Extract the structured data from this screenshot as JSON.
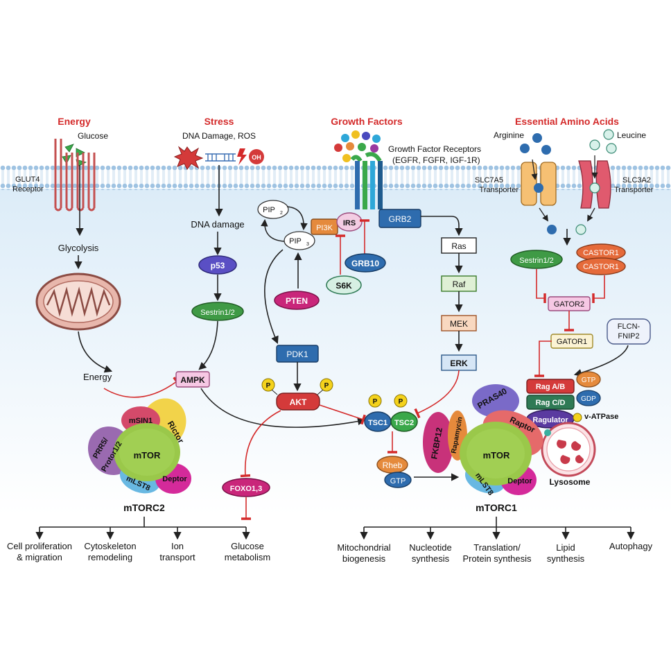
{
  "headers": {
    "energy": "Energy",
    "stress": "Stress",
    "growth": "Growth Factors",
    "amino": "Essential Amino Acids"
  },
  "membrane": {
    "glucose": "Glucose",
    "glut4_1": "GLUT4",
    "glut4_2": "Receptor",
    "dna_damage_ros": "DNA Damage, ROS",
    "oh": "OH",
    "gfr_1": "Growth Factor Receptors",
    "gfr_2": "(EGFR, FGFR, IGF-1R)",
    "arginine": "Arginine",
    "leucine": "Leucine",
    "slc7a5_1": "SLC7A5",
    "slc7a5_2": "Transporter",
    "slc3a2_1": "SLC3A2",
    "slc3a2_2": "Transporter"
  },
  "energy_path": {
    "glycolysis": "Glycolysis",
    "energy": "Energy"
  },
  "stress_path": {
    "dna_damage": "DNA damage",
    "p53": "p53",
    "sestrin": "Sestrin1/2",
    "ampk": "AMPK"
  },
  "pi3k_path": {
    "pip2": "PIP",
    "pip2_sub": "2",
    "pip3": "PIP",
    "pip3_sub": "3",
    "pten": "PTEN",
    "pi3k": "PI3K",
    "irs": "IRS",
    "grb10": "GRB10",
    "s6k": "S6K",
    "pdk1": "PDK1",
    "akt": "AKT",
    "p": "P",
    "foxo": "FOXO1,3"
  },
  "mapk_path": {
    "grb2": "GRB2",
    "ras": "Ras",
    "raf": "Raf",
    "mek": "MEK",
    "erk": "ERK"
  },
  "tsc": {
    "tsc1": "TSC1",
    "tsc2": "TSC2",
    "rheb": "Rheb",
    "gtp": "GTP"
  },
  "amino_path": {
    "sestrin": "Sestrin1/2",
    "castor_a": "CASTOR1",
    "castor_b": "CASTOR1",
    "gator2": "GATOR2",
    "gator1": "GATOR1",
    "flcn_1": "FLCN-",
    "flcn_2": "FNIP2",
    "rag_ab": "Rag A/B",
    "rag_cd": "Rag C/D",
    "gtp": "GTP",
    "gdp": "GDP",
    "ragulator": "Ragulator",
    "vatpase": "v-ATPase",
    "lysosome": "Lysosome"
  },
  "mtorc2": {
    "msin1": "mSIN1",
    "rictor": "Rictor",
    "prr5": "PRR5/",
    "protor": "Protor1/2",
    "mtor": "mTOR",
    "mlst8": "mLST8",
    "deptor": "Deptor",
    "label": "mTORC2"
  },
  "mtorc1": {
    "pras40": "PRAS40",
    "raptor": "Raptor",
    "fkbp12": "FKBP12",
    "rapamycin": "Rapamycin",
    "mtor": "mTOR",
    "mlst8": "mLST8",
    "deptor": "Deptor",
    "label": "mTORC1"
  },
  "outputs_mtorc2": [
    {
      "l1": "Cell proliferation",
      "l2": "& migration"
    },
    {
      "l1": "Cytoskeleton",
      "l2": "remodeling"
    },
    {
      "l1": "Ion",
      "l2": "transport"
    },
    {
      "l1": "Glucose",
      "l2": "metabolism"
    }
  ],
  "outputs_mtorc1": [
    {
      "l1": "Mitochondrial",
      "l2": "biogenesis"
    },
    {
      "l1": "Nucleotide",
      "l2": "synthesis"
    },
    {
      "l1": "Translation/",
      "l2": "Protein synthesis"
    },
    {
      "l1": "Lipid",
      "l2": "synthesis"
    },
    {
      "l1": "Autophagy",
      "l2": ""
    }
  ],
  "colors": {
    "red": "#d42a2a",
    "membrane": "#b9d5ec",
    "cyto": "#eaf5fd"
  }
}
